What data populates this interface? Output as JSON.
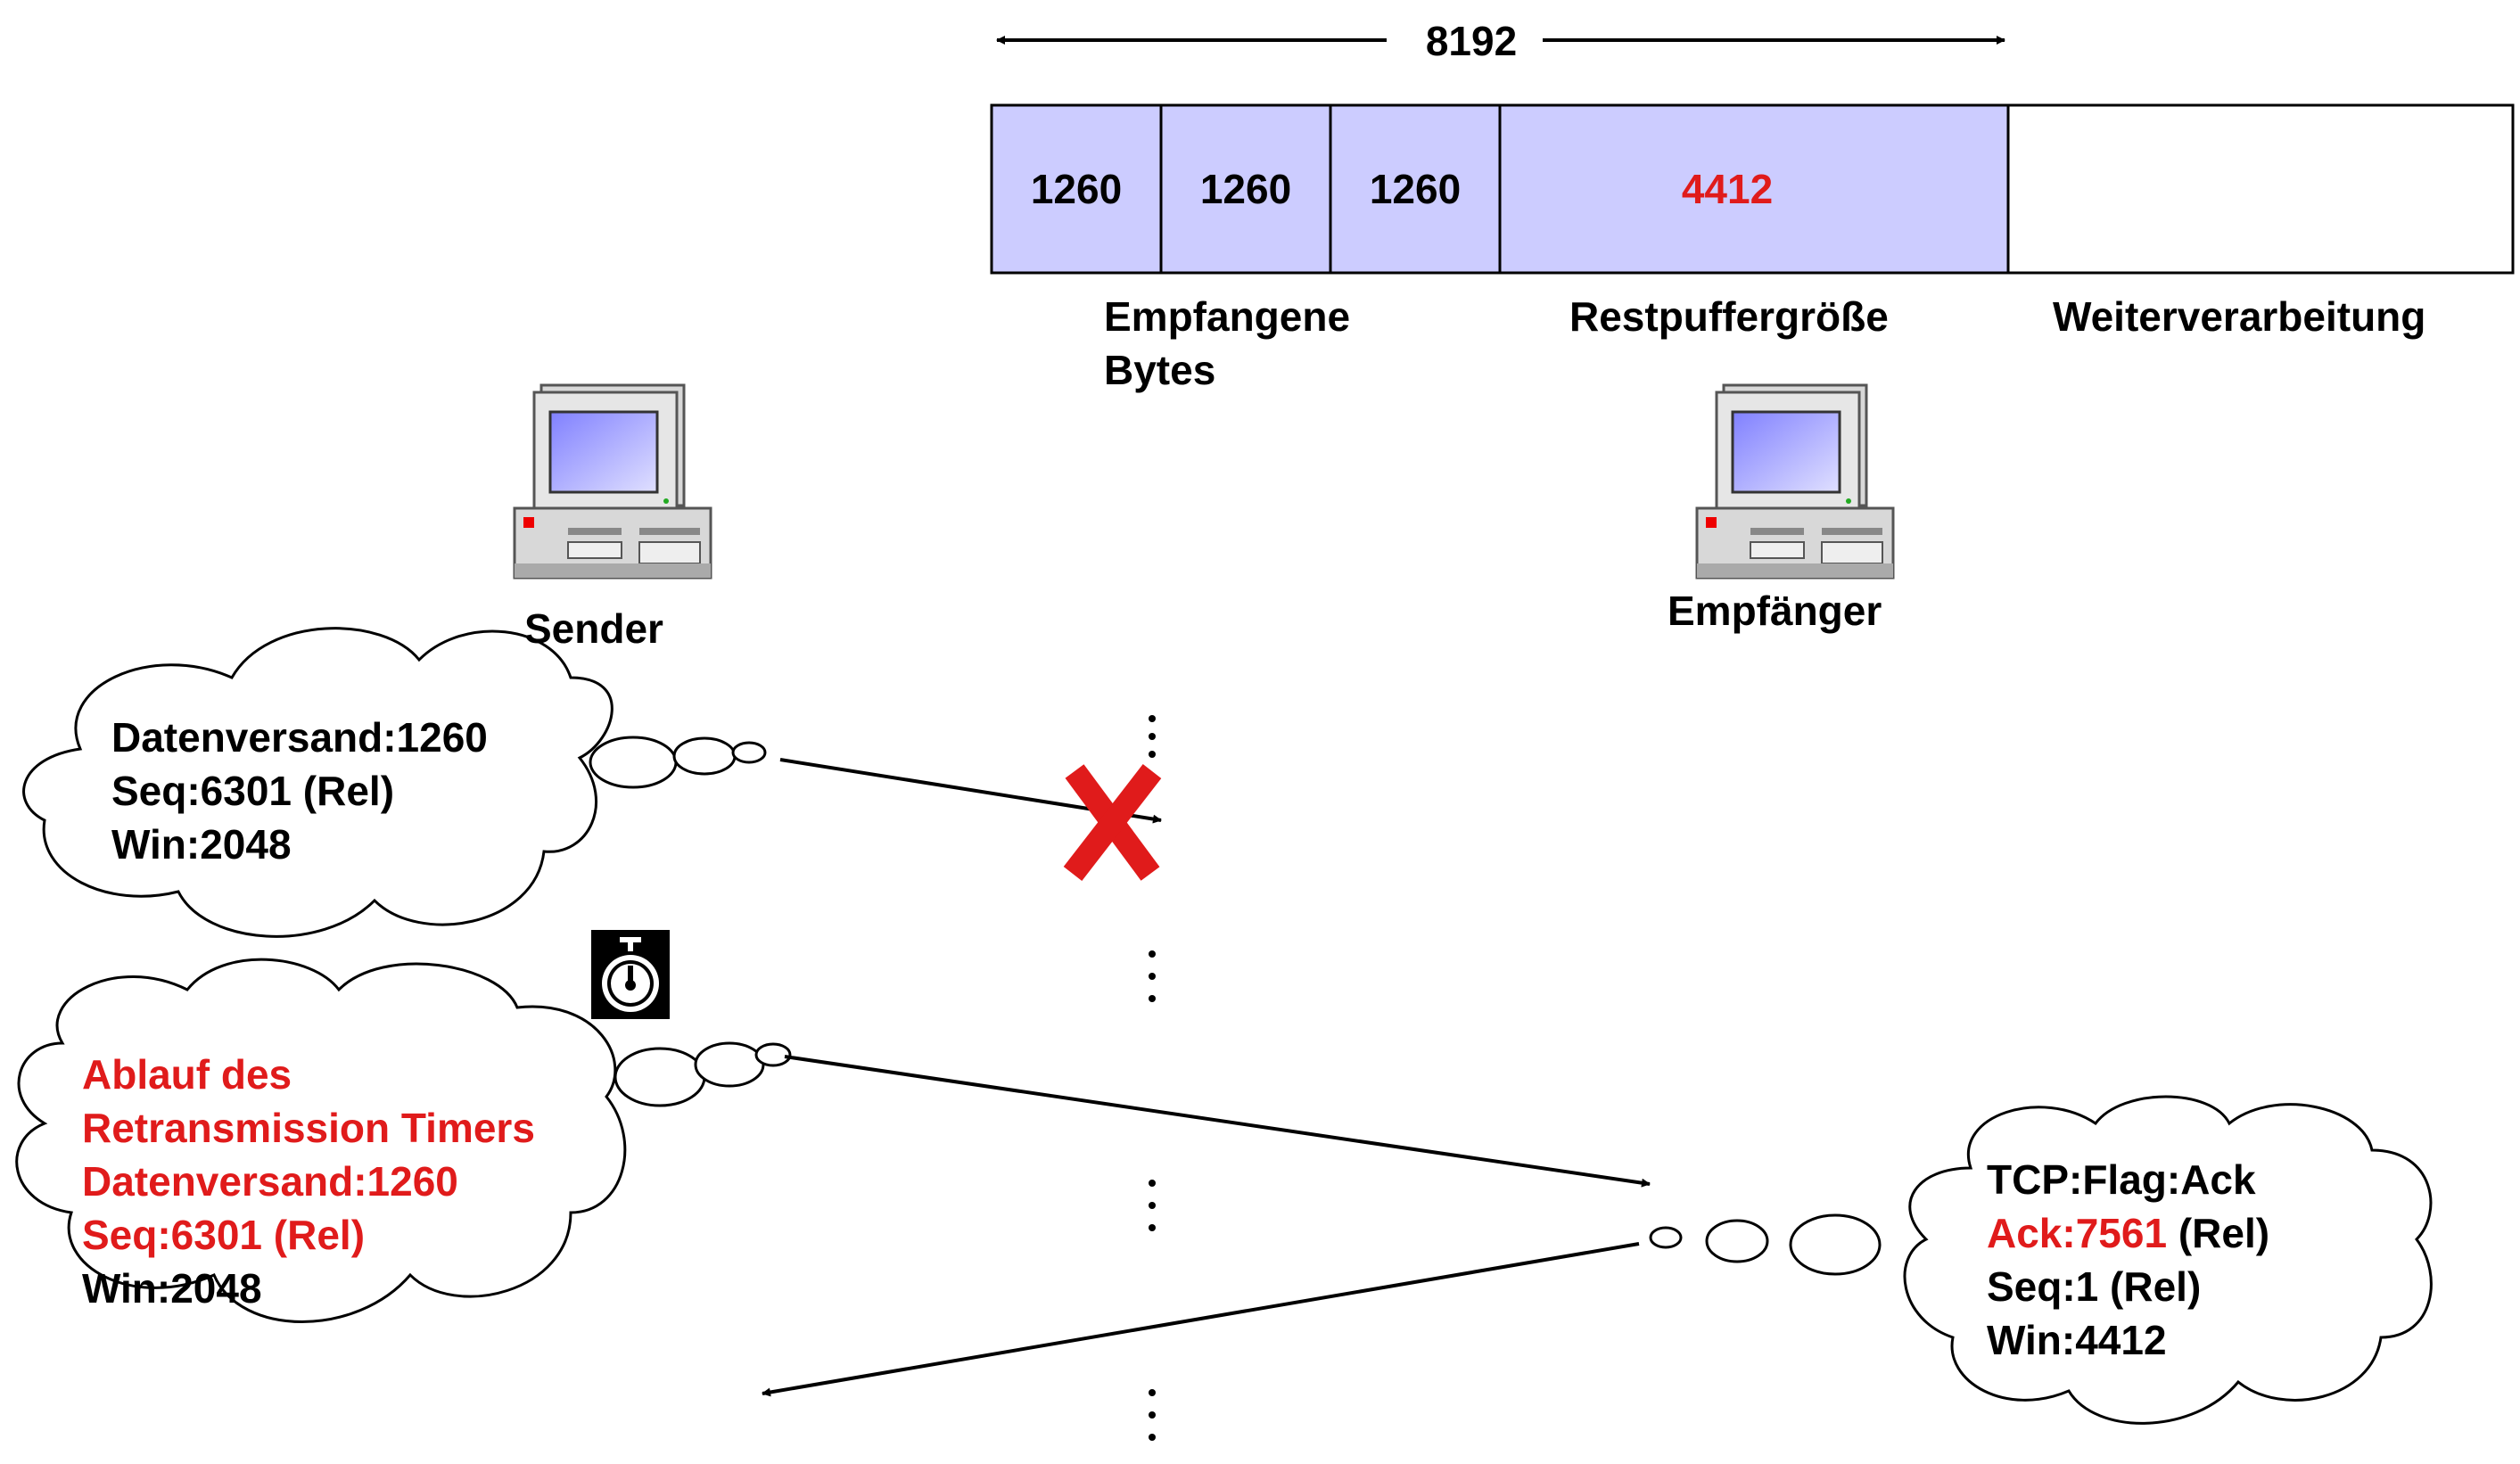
{
  "buffer": {
    "total_label": "8192",
    "segments": [
      "1260",
      "1260",
      "1260",
      "4412",
      ""
    ],
    "labels": {
      "received_line1": "Empfangene",
      "received_line2": "Bytes",
      "rest": "Restpuffergröße",
      "processing": "Weiterverarbeitung"
    }
  },
  "sender": {
    "label": "Sender"
  },
  "receiver": {
    "label": "Empfänger"
  },
  "bubble1": {
    "line1": "Datenversand:1260",
    "line2": "Seq:6301 (Rel)",
    "line3": "Win:2048"
  },
  "bubble2": {
    "line1": "Ablauf des",
    "line2": "Retransmission Timers",
    "line3": "Datenversand:1260",
    "line4": "Seq:6301 (Rel)",
    "line5": "Win:2048"
  },
  "bubble3": {
    "line1": "TCP:Flag:Ack",
    "line2a": "Ack:7561",
    "line2b": " (Rel)",
    "line3": "Seq:1 (Rel)",
    "line4": "Win:4412"
  },
  "colors": {
    "buffer_fill": "#ccccff",
    "highlight": "#e01b1b",
    "lost_mark": "#e01b1b"
  },
  "icons": {
    "computer": "computer-icon",
    "timer": "stopwatch-icon",
    "lost": "x-mark-icon"
  }
}
